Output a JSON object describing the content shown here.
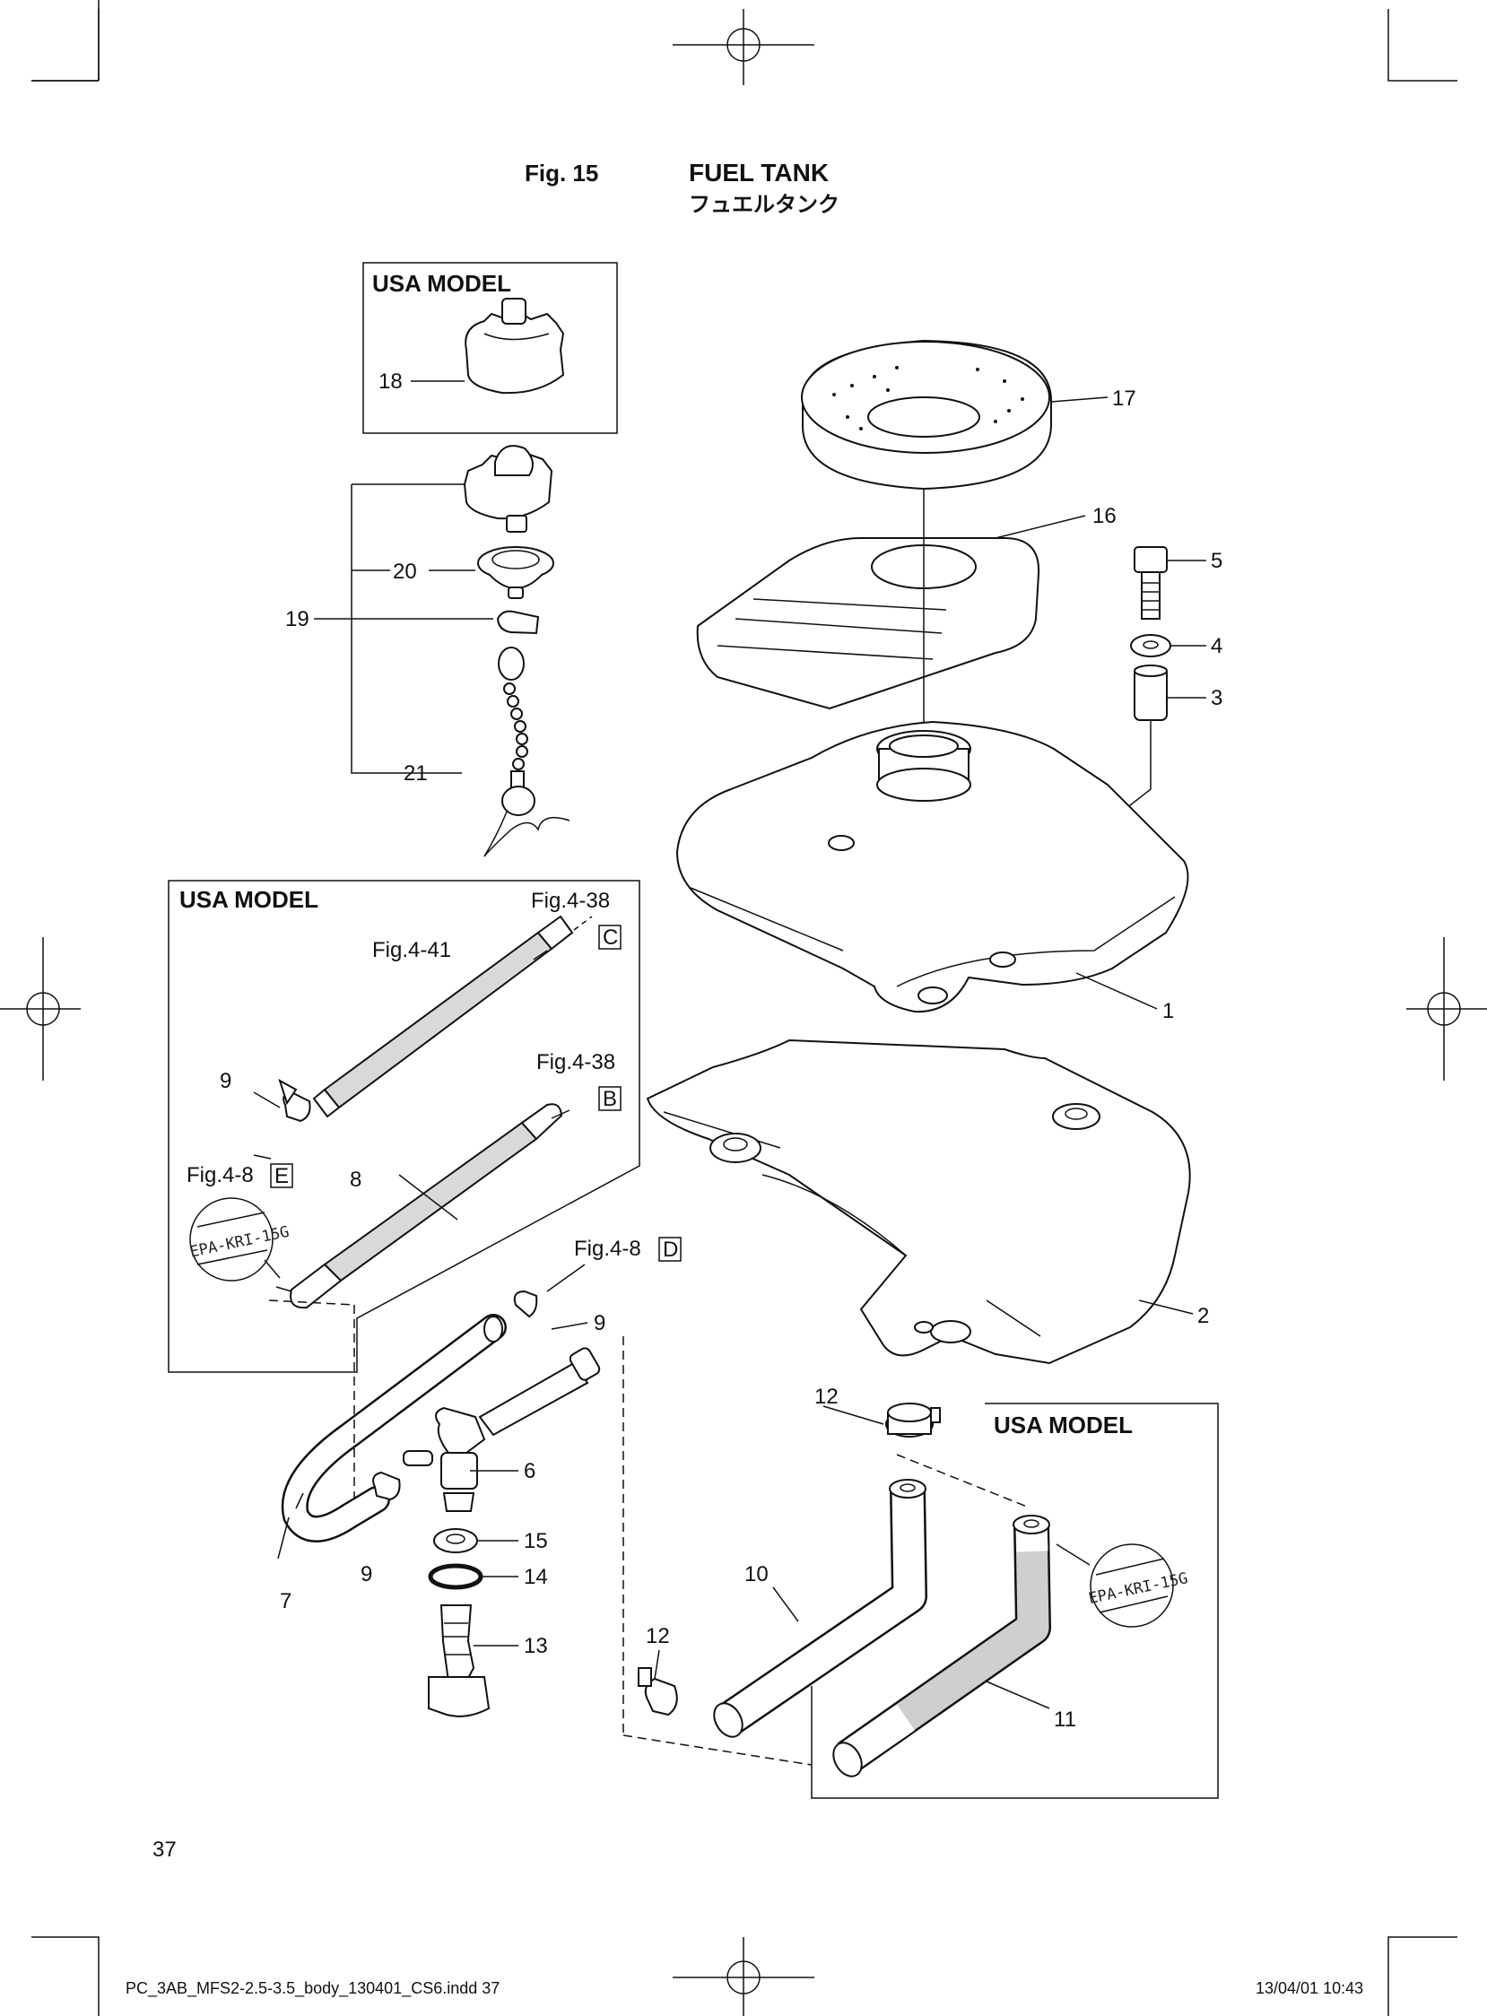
{
  "header": {
    "fig_label": "Fig. 15",
    "title_en": "FUEL TANK",
    "title_jp": "フュエルタンク"
  },
  "boxes": {
    "box_top": "USA MODEL",
    "box_left": "USA MODEL",
    "box_right": "USA MODEL"
  },
  "refs": {
    "fig4_38_c": "Fig.4-38",
    "c": "C",
    "fig4_41": "Fig.4-41",
    "fig4_38_b": "Fig.4-38",
    "b": "B",
    "fig4_8_e": "Fig.4-8",
    "e": "E",
    "fig4_8_d": "Fig.4-8",
    "d": "D",
    "epa_left": "EPA-KRI-15G",
    "epa_right": "EPA-KRI-15G"
  },
  "callouts": {
    "n1": "1",
    "n2": "2",
    "n3": "3",
    "n4": "4",
    "n5": "5",
    "n6": "6",
    "n7": "7",
    "n8": "8",
    "n9a": "9",
    "n9b": "9",
    "n9c": "9",
    "n10": "10",
    "n11": "11",
    "n12a": "12",
    "n12b": "12",
    "n13": "13",
    "n14": "14",
    "n15": "15",
    "n16": "16",
    "n17": "17",
    "n18": "18",
    "n19": "19",
    "n20": "20",
    "n21": "21"
  },
  "footer": {
    "page_number": "37",
    "file_name": "PC_3AB_MFS2-2.5-3.5_body_130401_CS6.indd  37",
    "timestamp": "13/04/01  10:43"
  }
}
